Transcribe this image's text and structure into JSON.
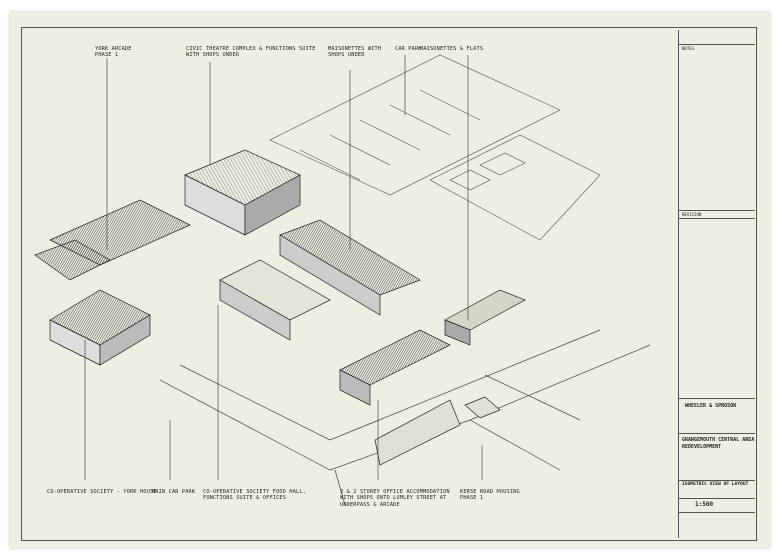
{
  "labels": {
    "york_arcade": "YORK ARCADE\nPHASE 1",
    "civic_theatre": "CIVIC THEATRE COMPLEX & FUNCTIONS SUITE\nWITH SHOPS UNDER",
    "maisonettes_shops": "MAISONETTES WITH\nSHOPS UNDER",
    "car_park": "CAR PARK",
    "maisonettes_flats": "MAISONETTES & FLATS",
    "coop_york_house": "CO-OPERATIVE SOCIETY - YORK HOUSE",
    "main_car_park": "MAIN CAR PARK",
    "coop_food_hall": "CO-OPERATIVE SOCIETY FOOD HALL,\nFUNCTIONS SUITE & OFFICES",
    "office_accommodation": "3 & 2 STOREY OFFICE ACCOMMODATION\nWITH SHOPS ONTO LUMLEY STREET AT\nUNDERPASS & ARCADE",
    "kerse_road": "KERSE ROAD HOUSING\nPHASE 1"
  },
  "title_block": {
    "notes": "NOTES",
    "revision": "REVISION",
    "wheeler_sproson": "WHEELER & SPROSON",
    "project": "GRANGEMOUTH CENTRAL AREA\nREDEVELOPMENT",
    "drawing_title": "ISOMETRIC VIEW OF LAYOUT",
    "scale": "1:500"
  },
  "colors": {
    "paper": "#eeeee2",
    "ink": "#222222"
  }
}
